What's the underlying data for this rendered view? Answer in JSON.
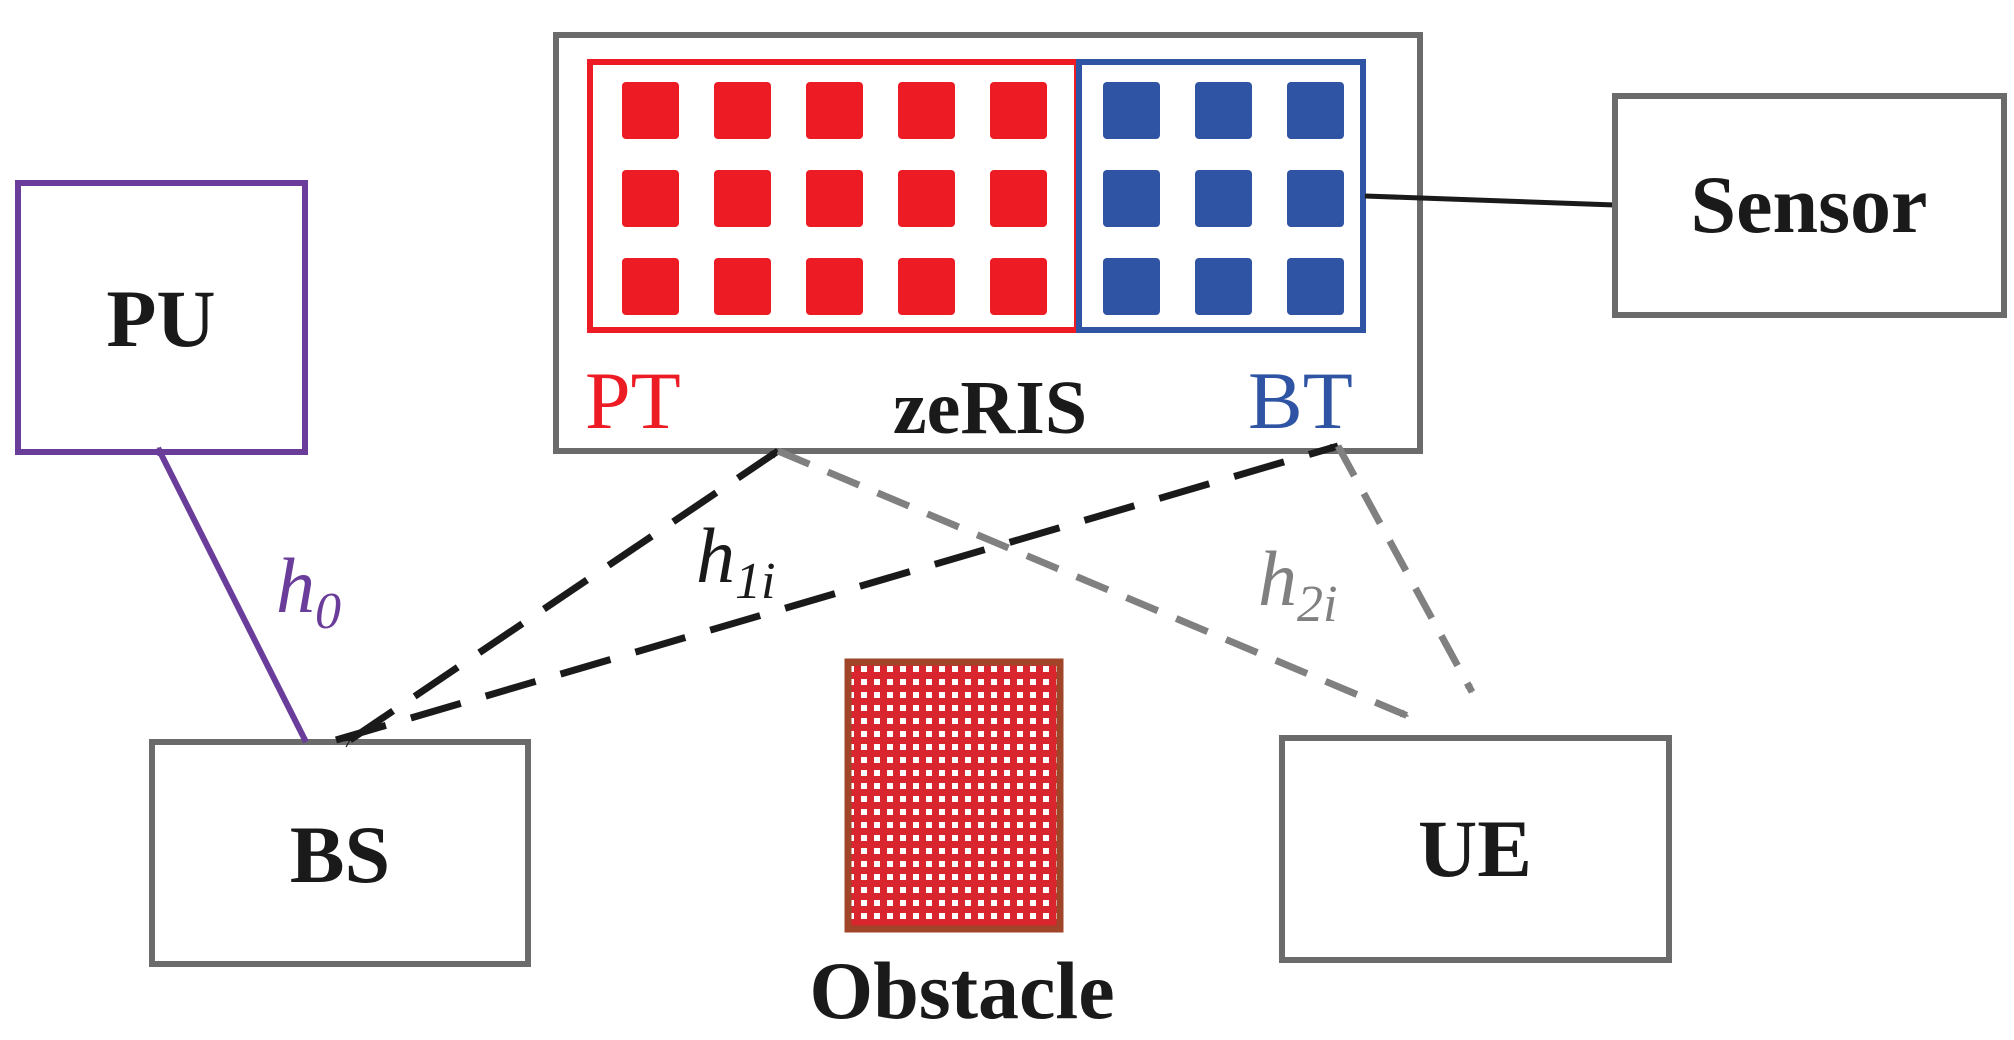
{
  "nodes": {
    "pu": "PU",
    "bs": "BS",
    "ue": "UE",
    "sensor": "Sensor",
    "obstacle": "Obstacle"
  },
  "zeris": {
    "name": "zeRIS",
    "pt": "PT",
    "bt": "BT",
    "pt_grid": {
      "rows": 3,
      "cols": 5
    },
    "bt_grid": {
      "rows": 3,
      "cols": 3
    }
  },
  "channels": {
    "h0": {
      "base": "h",
      "sub": "0"
    },
    "h1i": {
      "base": "h",
      "sub": "1i"
    },
    "h2i": {
      "base": "h",
      "sub": "2i"
    }
  },
  "colors": {
    "box": "#6b6b6b",
    "pu": "#6a3d9a",
    "pt": "#ed1c24",
    "bt": "#2f54a3",
    "h1": "#1a1a1a",
    "h2": "#808080",
    "obstacle_border": "#a0442a",
    "obstacle_fill": "#d9262e"
  }
}
